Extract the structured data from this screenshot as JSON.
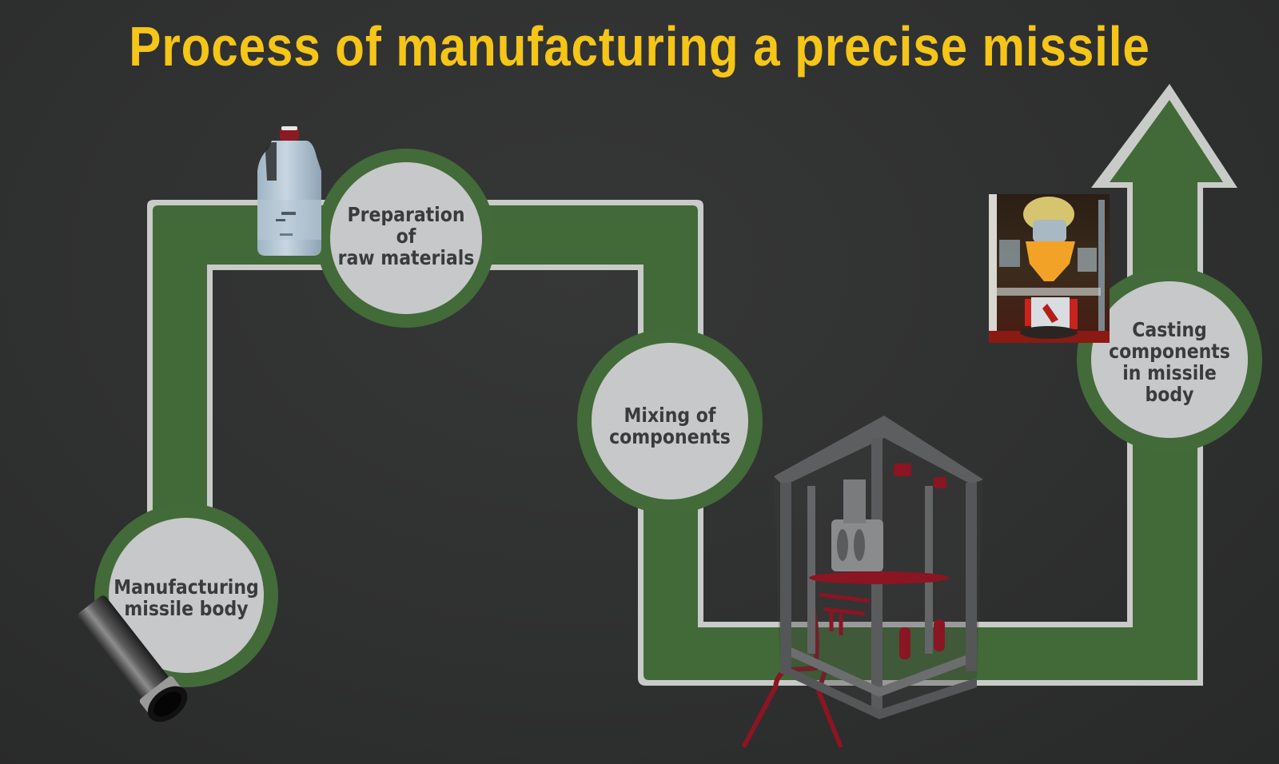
{
  "title": "Process of manufacturing a precise missile",
  "colors": {
    "background": "#2e2f2f",
    "title": "#f5c518",
    "path_green": "#436a39",
    "path_border": "#c9cbc9",
    "node_fill": "#c8cacb",
    "node_text": "#3a3b3c",
    "accent_red": "#8a1523",
    "machine_gray": "#5a5b5c"
  },
  "steps": [
    {
      "label": "Manufacturing\nmissile body",
      "icon": "missile-tube-icon"
    },
    {
      "label": "Preparation\nof\nraw materials",
      "icon": "jug-icon"
    },
    {
      "label": "Mixing of\ncomponents",
      "icon": "mixer-machine-icon"
    },
    {
      "label": "Casting\ncomponents\nin missile\nbody",
      "icon": "casting-facility-photo"
    }
  ],
  "flow_direction": "up-arrow-icon"
}
